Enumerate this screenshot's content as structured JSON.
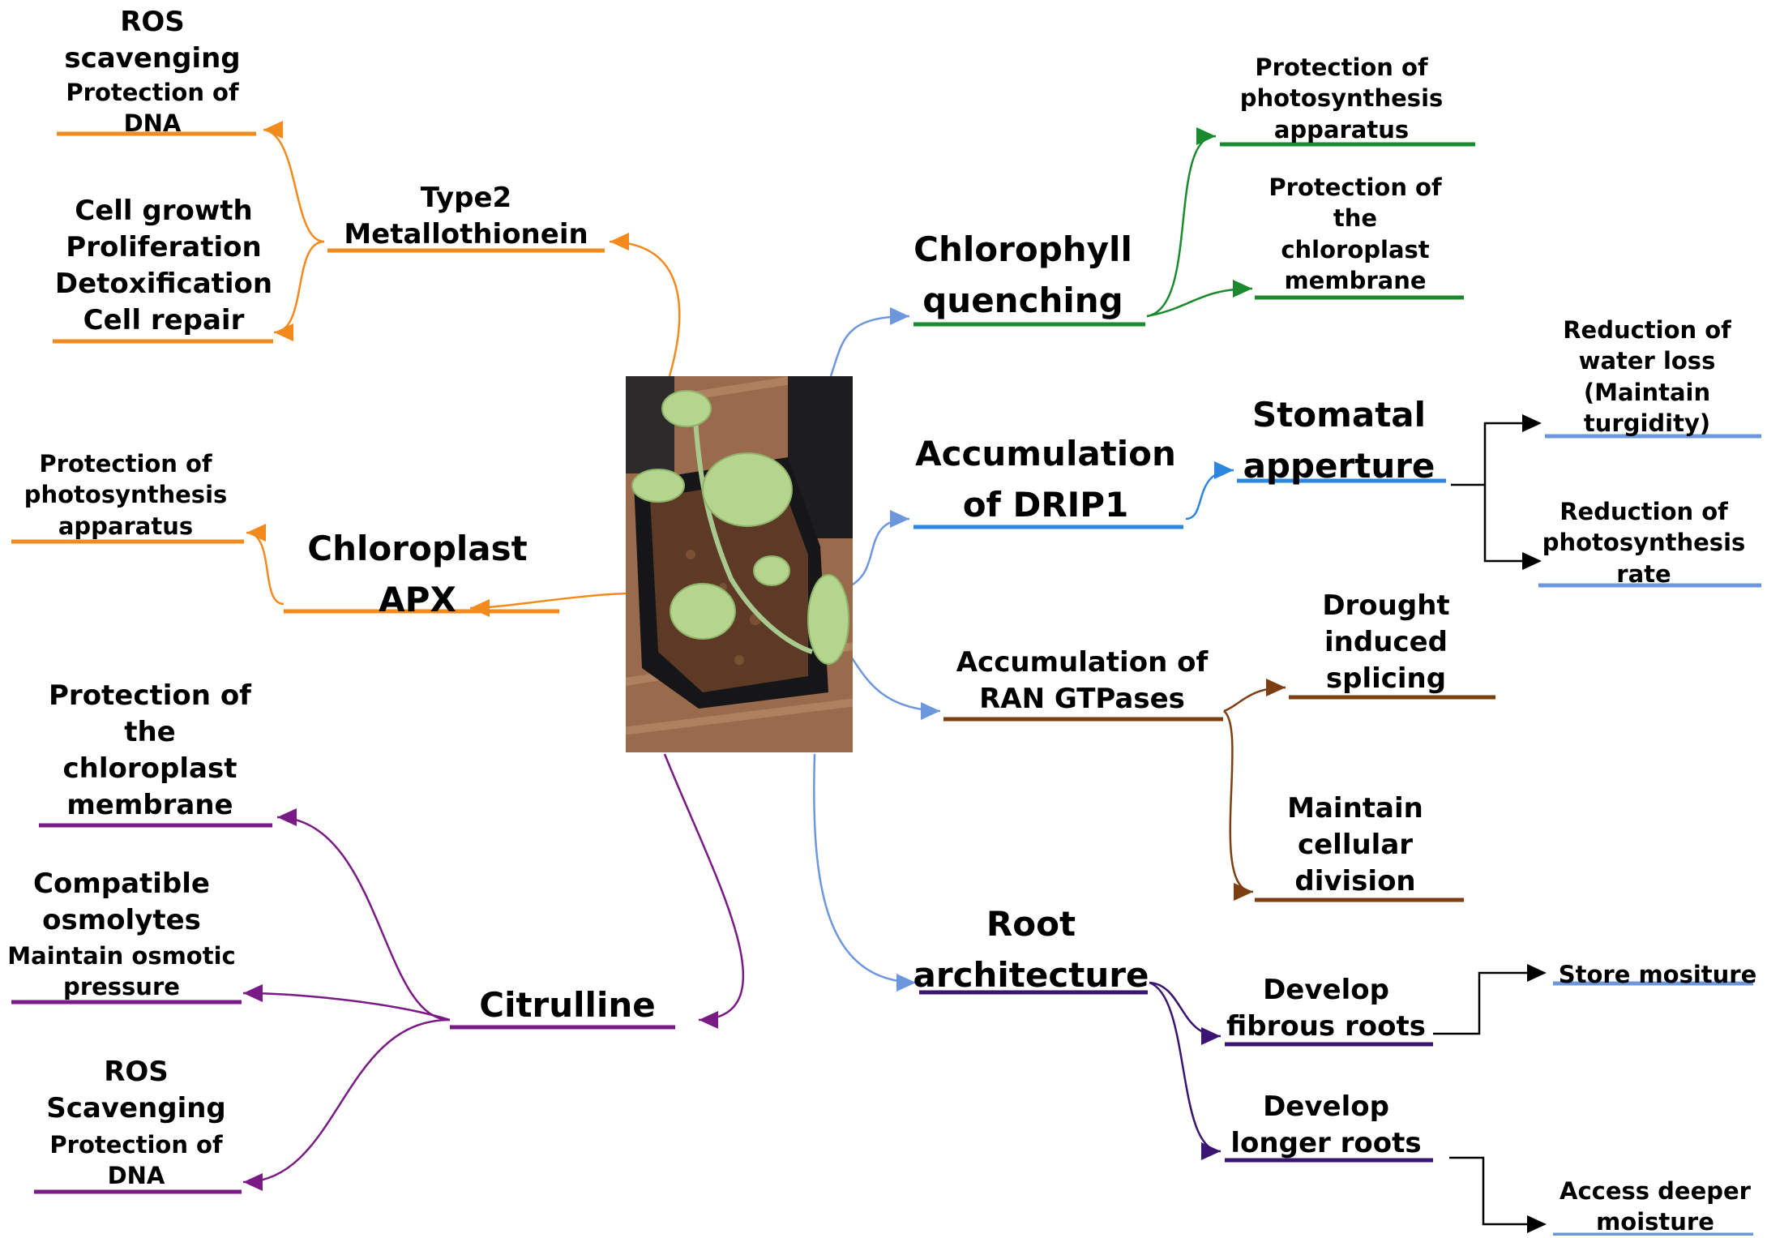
{
  "colors": {
    "orange": "#f28a1e",
    "green": "#1b8a2e",
    "blue": "#2c86e0",
    "lightblue": "#6d97dd",
    "brown": "#7b3f12",
    "purple": "#7a1a86",
    "indigo": "#3a1470",
    "black": "#000000"
  },
  "center_image": "watermelon-seedling-photo",
  "nodes": [
    {
      "id": "mt",
      "lines": [
        "Type2",
        "Metallothionein"
      ]
    },
    {
      "id": "ros1",
      "lines": [
        "ROS",
        "scavenging"
      ]
    },
    {
      "id": "ros1b",
      "lines": [
        "Protection of",
        "DNA"
      ]
    },
    {
      "id": "cell",
      "lines": [
        "Cell growth",
        "Proliferation",
        "Detoxification",
        "Cell repair"
      ]
    },
    {
      "id": "apx",
      "lines": [
        "Chloroplast",
        "APX"
      ]
    },
    {
      "id": "psa1",
      "lines": [
        "Protection of",
        "photosynthesis",
        "apparatus"
      ]
    },
    {
      "id": "cit",
      "lines": [
        "Citrulline"
      ]
    },
    {
      "id": "pcm1",
      "lines": [
        "Protection of",
        "the",
        "chloroplast",
        "membrane"
      ]
    },
    {
      "id": "osm",
      "lines": [
        "Compatible",
        "osmolytes"
      ]
    },
    {
      "id": "osmb",
      "lines": [
        "Maintain osmotic",
        "pressure"
      ]
    },
    {
      "id": "ros2",
      "lines": [
        "ROS",
        "Scavenging"
      ]
    },
    {
      "id": "ros2b",
      "lines": [
        "Protection of",
        "DNA"
      ]
    },
    {
      "id": "chl",
      "lines": [
        "Chlorophyll",
        "quenching"
      ]
    },
    {
      "id": "psa2",
      "lines": [
        "Protection of",
        "photosynthesis",
        "apparatus"
      ]
    },
    {
      "id": "pcm2",
      "lines": [
        "Protection of",
        "the",
        "chloroplast",
        "membrane"
      ]
    },
    {
      "id": "drip",
      "lines": [
        "Accumulation",
        "of DRIP1"
      ]
    },
    {
      "id": "sto",
      "lines": [
        "Stomatal",
        "apperture"
      ]
    },
    {
      "id": "rwl",
      "lines": [
        "Reduction of",
        "water loss",
        "(Maintain",
        "turgidity)"
      ]
    },
    {
      "id": "rps",
      "lines": [
        "Reduction of",
        "photosynthesis",
        "rate"
      ]
    },
    {
      "id": "ran",
      "lines": [
        "Accumulation of",
        "RAN GTPases"
      ]
    },
    {
      "id": "dis",
      "lines": [
        "Drought",
        "induced",
        "splicing"
      ]
    },
    {
      "id": "mcd",
      "lines": [
        "Maintain",
        "cellular",
        "division"
      ]
    },
    {
      "id": "root",
      "lines": [
        "Root",
        "architecture"
      ]
    },
    {
      "id": "dfr",
      "lines": [
        "Develop",
        "fibrous roots"
      ]
    },
    {
      "id": "stm",
      "lines": [
        "Store mositure"
      ]
    },
    {
      "id": "dlr",
      "lines": [
        "Develop",
        "longer roots"
      ]
    },
    {
      "id": "adm",
      "lines": [
        "Access deeper",
        "moisture"
      ]
    }
  ]
}
